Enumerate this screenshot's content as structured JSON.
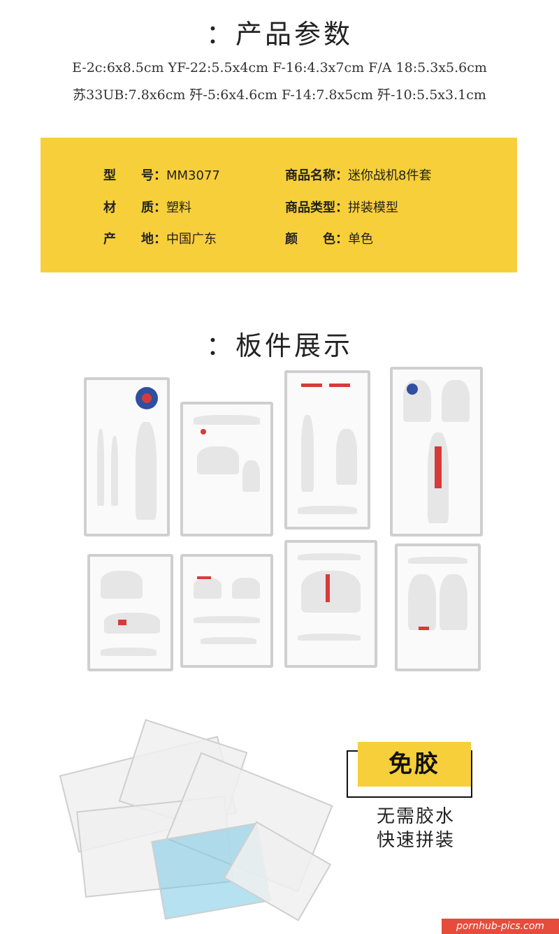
{
  "section1_title": "：产品参数",
  "spec_lines": [
    "E-2c:6x8.5cm   YF-22:5.5x4cm   F-16:4.3x7cm   F/A 18:5.3x5.6cm",
    "苏33UB:7.8x6cm   歼-5:6x4.6cm   F-14:7.8x5cm   歼-10:5.5x3.1cm"
  ],
  "info": {
    "name_label": "商品名称：",
    "name_value": "迷你战机8件套",
    "model_label": "型　　号：",
    "model_value": "MM3077",
    "type_label": "商品类型：",
    "type_value": "拼装模型",
    "material_label": "材　　质：",
    "material_value": "塑料",
    "color_label": "颜　　色：",
    "color_value": "单色",
    "origin_label": "产　　地：",
    "origin_value": "中国广东"
  },
  "section2_title": "：板件展示",
  "badge": {
    "label": "免胶",
    "sub1": "无需胶水",
    "sub2": "快速拼装"
  },
  "watermark": "pornhub-pics.com",
  "colors": {
    "accent_yellow": "#f7cf3a",
    "part_red": "#d63b3b",
    "part_blue": "#2f4f9f"
  }
}
